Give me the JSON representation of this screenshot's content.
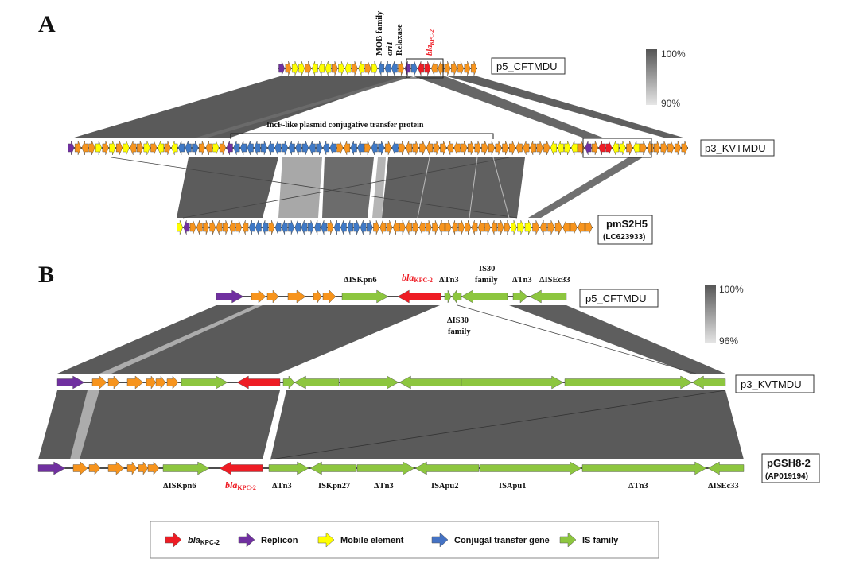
{
  "panel_a": {
    "letter": "A",
    "plasmids": [
      "p5_CFTMDU",
      "p3_KVTMDU",
      "pmS2H5"
    ],
    "pmS2H5_accession": "(LC623933)",
    "annotations": {
      "mob_family": "MOB family",
      "orit": "oriT",
      "relaxase": "Relaxase",
      "bla": "bla",
      "bla_sub": "KPC-2",
      "incf": "IncF-like plasmid conjugative transfer protein"
    },
    "scale": {
      "max": "100%",
      "min": "90%"
    }
  },
  "panel_b": {
    "letter": "B",
    "plasmids": [
      "p5_CFTMDU",
      "p3_KVTMDU",
      "pGSH8-2"
    ],
    "pGSH8_accession": "(AP019194)",
    "top_labels": {
      "iskpn6": "ΔISKpn6",
      "bla": "bla",
      "bla_sub": "KPC-2",
      "tn3a": "ΔTn3",
      "is30_line1": "IS30",
      "is30_line2": "family",
      "tn3b": "ΔTn3",
      "isec33": "ΔISEc33",
      "dis30_line1": "ΔIS30",
      "dis30_line2": "family"
    },
    "bottom_labels": {
      "iskpn6": "ΔISKpn6",
      "bla": "bla",
      "bla_sub": "KPC-2",
      "tn3a": "ΔTn3",
      "iskpn27": "ISKpn27",
      "tn3b": "ΔTn3",
      "isapu2": "ISApu2",
      "isapu1": "ISApu1",
      "tn3c": "ΔTn3",
      "isec33": "ΔISEc33"
    },
    "scale": {
      "max": "100%",
      "min": "96%"
    }
  },
  "legend": [
    {
      "label": "bla",
      "sub": "KPC-2",
      "color": "#ee1c24"
    },
    {
      "label": "Replicon",
      "sub": "",
      "color": "#7030a0"
    },
    {
      "label": "Mobile element",
      "sub": "",
      "color": "#ffff00"
    },
    {
      "label": "Conjugal transfer gene",
      "sub": "",
      "color": "#4472c4"
    },
    {
      "label": "IS family",
      "sub": "",
      "color": "#8dc63f"
    }
  ],
  "colors": {
    "bla": "#ee1c24",
    "replicon": "#7030a0",
    "mobile": "#ffff00",
    "conjugal": "#3f79c6",
    "is_family": "#8dc63f",
    "other": "#f7941d",
    "homology_dark": "#555555",
    "homology_light": "#bdbdbd"
  }
}
